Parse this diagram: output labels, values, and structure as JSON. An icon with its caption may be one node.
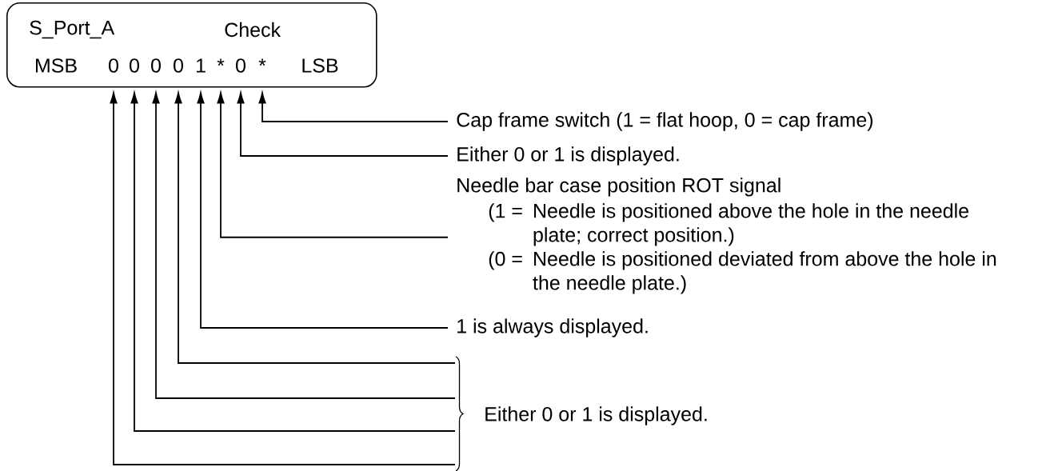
{
  "diagram": {
    "nodes": [
      {
        "text": [
          "S_Port_A",
          "Check",
          "MSB",
          "0",
          "0",
          "0",
          "0",
          "1",
          "*",
          "0",
          "*",
          "LSB"
        ]
      },
      {
        "text": [
          "Cap frame switch (1 = flat hoop, 0 = cap frame)"
        ]
      },
      {
        "text": [
          "Either 0 or 1 is displayed."
        ]
      },
      {
        "text": [
          "Needle bar case position ROT signal",
          "(1 =",
          "Needle is positioned above the hole in the needle plate; correct position.)",
          "(0 =",
          "Needle is positioned deviated from above the hole in the needle plate.)"
        ]
      },
      {
        "text": [
          "1 is always displayed."
        ]
      },
      {
        "text": [
          "Either 0 or 1 is displayed."
        ]
      }
    ],
    "edges": [
      {
        "from": 1,
        "to": 0,
        "arrow": "to"
      },
      {
        "from": 2,
        "to": 0,
        "arrow": "to"
      },
      {
        "from": 3,
        "to": 0,
        "arrow": "to"
      },
      {
        "from": 4,
        "to": 0,
        "arrow": "to"
      },
      {
        "from": 5,
        "to": 0,
        "arrow": "to"
      },
      {
        "from": 5,
        "to": 0,
        "arrow": "to"
      },
      {
        "from": 5,
        "to": 0,
        "arrow": "to"
      },
      {
        "from": 5,
        "to": 0,
        "arrow": "to"
      }
    ]
  }
}
